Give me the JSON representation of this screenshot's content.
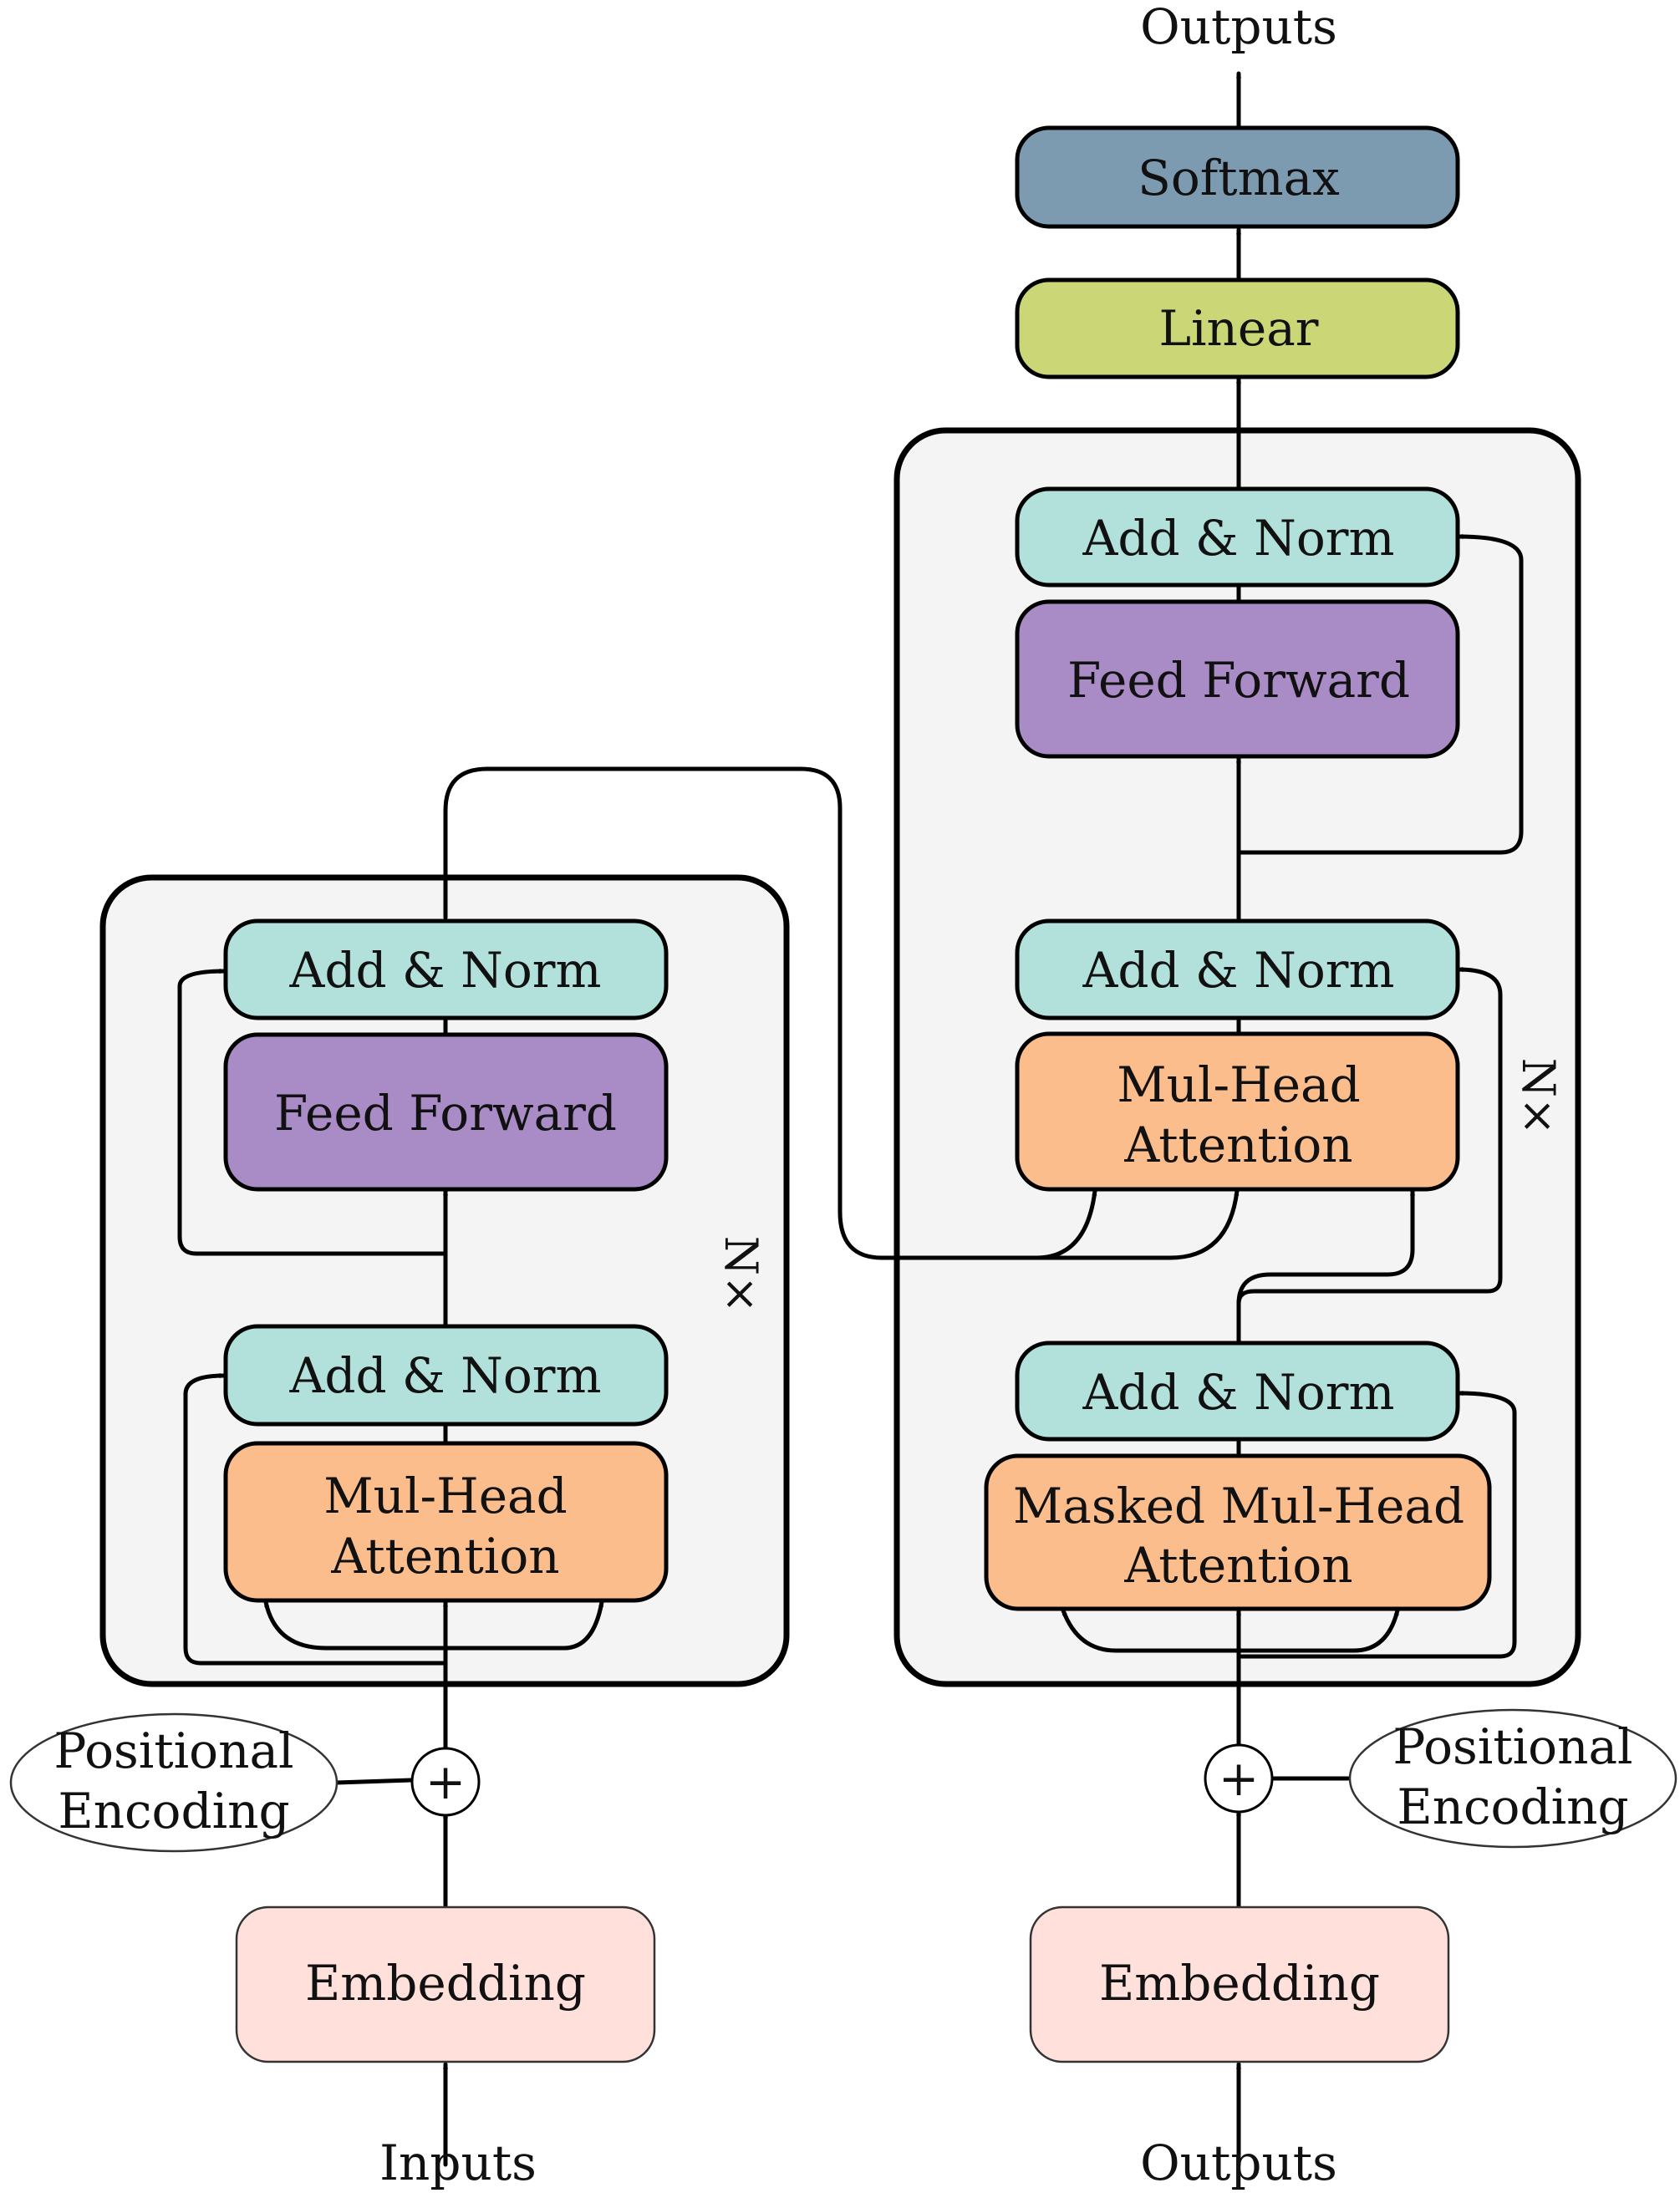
{
  "colors": {
    "add_norm": "#b2e0da",
    "feed_forward": "#a98bc6",
    "attention": "#fbbd8b",
    "embedding": "#ffe0da",
    "linear": "#cbd676",
    "softmax": "#7d9bb0",
    "panel": "#f4f4f4"
  },
  "encoder": {
    "repeat_label": "N×",
    "add_norm_top": "Add & Norm",
    "feed_forward": "Feed Forward",
    "add_norm_bottom": "Add & Norm",
    "attention_line1": "Mul-Head",
    "attention_line2": "Attention",
    "positional_line1": "Positional",
    "positional_line2": "Encoding",
    "plus_symbol": "+",
    "embedding": "Embedding",
    "input_label": "Inputs"
  },
  "decoder": {
    "repeat_label": "N×",
    "add_norm_top": "Add & Norm",
    "feed_forward": "Feed Forward",
    "add_norm_middle": "Add & Norm",
    "cross_attention_line1": "Mul-Head",
    "cross_attention_line2": "Attention",
    "add_norm_bottom": "Add & Norm",
    "masked_attention_line1": "Masked Mul-Head",
    "masked_attention_line2": "Attention",
    "positional_line1": "Positional",
    "positional_line2": "Encoding",
    "plus_symbol": "+",
    "embedding": "Embedding",
    "input_label": "Outputs"
  },
  "head": {
    "linear": "Linear",
    "softmax": "Softmax",
    "output_label": "Outputs"
  }
}
